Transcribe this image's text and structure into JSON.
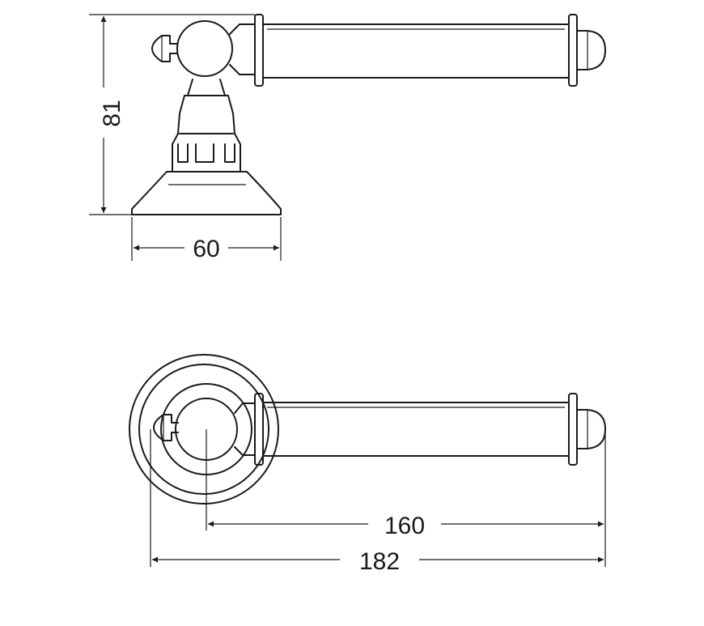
{
  "dimensions": {
    "height_side": "81",
    "base_width": "60",
    "center_length": "160",
    "overall_length": "182"
  }
}
